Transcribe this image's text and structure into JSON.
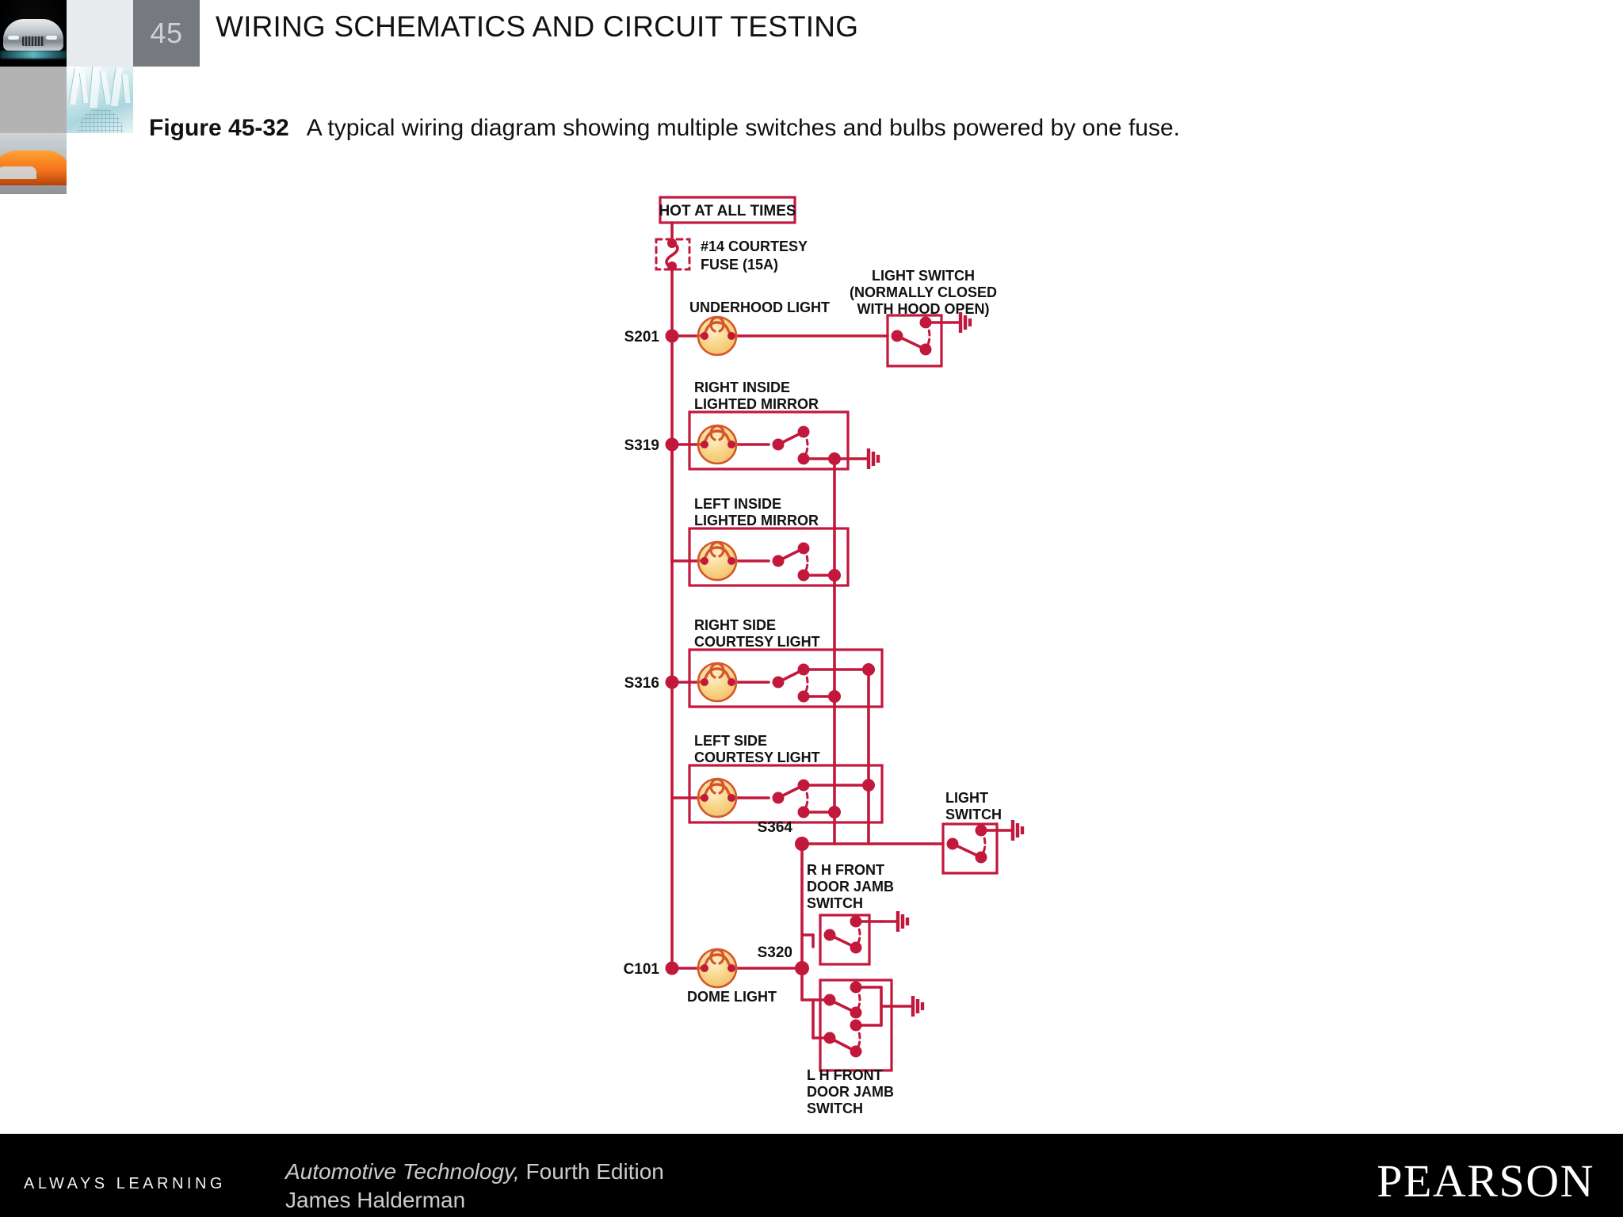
{
  "header": {
    "chapter_number": "45",
    "title": "WIRING SCHEMATICS AND CIRCUIT TESTING"
  },
  "caption": {
    "figure_label": "Figure 45-32",
    "text": "A typical wiring diagram showing multiple switches and bulbs powered by one fuse."
  },
  "footer": {
    "always_learning": "ALWAYS LEARNING",
    "book_title": "Automotive Technology,",
    "edition": " Fourth Edition",
    "author": "James Halderman",
    "publisher": "PEARSON"
  },
  "colors": {
    "wire": "#c2183c",
    "wire_dark": "#a8123a",
    "bulb_fill": "#f9d68a",
    "bulb_stroke": "#d4562c",
    "badge_bg": "#767a7e",
    "footer_bg": "#000000",
    "text": "#111111"
  },
  "chart_data": {
    "type": "diagram",
    "title": "A typical wiring diagram showing multiple switches and bulbs powered by one fuse.",
    "labels": {
      "hot_at_all_times": "HOT AT ALL TIMES",
      "fuse_line1": "#14 COURTESY",
      "fuse_line2": "FUSE (15A)",
      "underhood_light": "UNDERHOOD LIGHT",
      "light_switch_nc_l1": "LIGHT SWITCH",
      "light_switch_nc_l2": "(NORMALLY CLOSED",
      "light_switch_nc_l3": "WITH HOOD OPEN)",
      "right_inside_l1": "RIGHT INSIDE",
      "right_inside_l2": "LIGHTED MIRROR",
      "left_inside_l1": "LEFT INSIDE",
      "left_inside_l2": "LIGHTED MIRROR",
      "right_side_l1": "RIGHT SIDE",
      "right_side_l2": "COURTESY LIGHT",
      "left_side_l1": "LEFT SIDE",
      "left_side_l2": "COURTESY LIGHT",
      "light_switch_l1": "LIGHT",
      "light_switch_l2": "SWITCH",
      "rh_jamb_l1": "R H FRONT",
      "rh_jamb_l2": "DOOR JAMB",
      "rh_jamb_l3": "SWITCH",
      "lh_jamb_l1": "L H FRONT",
      "lh_jamb_l2": "DOOR JAMB",
      "lh_jamb_l3": "SWITCH",
      "dome_light": "DOME LIGHT"
    },
    "nodes": [
      {
        "id": "S201",
        "label": "S201"
      },
      {
        "id": "S319",
        "label": "S319"
      },
      {
        "id": "S316",
        "label": "S316"
      },
      {
        "id": "S364",
        "label": "S364"
      },
      {
        "id": "S320",
        "label": "S320"
      },
      {
        "id": "C101",
        "label": "C101"
      }
    ],
    "components": [
      {
        "name": "#14 COURTESY FUSE (15A)",
        "type": "fuse",
        "rating": "15A",
        "wire_gauge": "#14"
      },
      {
        "name": "UNDERHOOD LIGHT",
        "type": "bulb",
        "splice": "S201"
      },
      {
        "name": "LIGHT SWITCH (NORMALLY CLOSED WITH HOOD OPEN)",
        "type": "switch",
        "state": "normally closed"
      },
      {
        "name": "RIGHT INSIDE LIGHTED MIRROR",
        "type": "bulb+switch",
        "splice": "S319"
      },
      {
        "name": "LEFT INSIDE LIGHTED MIRROR",
        "type": "bulb+switch"
      },
      {
        "name": "RIGHT SIDE COURTESY LIGHT",
        "type": "bulb+switch",
        "splice": "S316"
      },
      {
        "name": "LEFT SIDE COURTESY LIGHT",
        "type": "bulb+switch"
      },
      {
        "name": "LIGHT SWITCH",
        "type": "switch",
        "splice": "S364"
      },
      {
        "name": "R H FRONT DOOR JAMB SWITCH",
        "type": "switch",
        "splice": "S320"
      },
      {
        "name": "L H FRONT DOOR JAMB SWITCH",
        "type": "switch"
      },
      {
        "name": "DOME LIGHT",
        "type": "bulb",
        "splice": "C101"
      }
    ]
  }
}
